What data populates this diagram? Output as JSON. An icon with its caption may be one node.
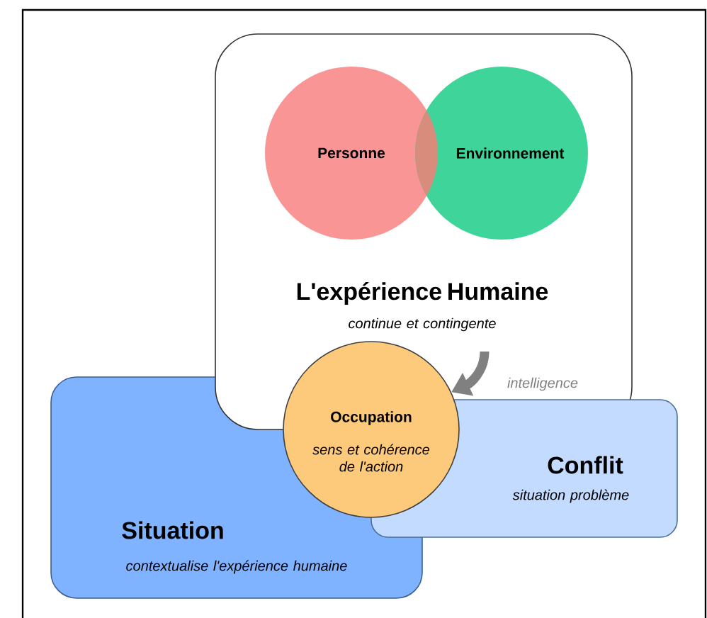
{
  "diagram": {
    "nodes": [
      {
        "text": [
          "L'expérience Humaine",
          "continue et contingente"
        ]
      },
      {
        "text": [
          "Personne"
        ],
        "in": 0
      },
      {
        "text": [
          "Environnement"
        ],
        "in": 0
      },
      {
        "text": [
          "Occupation",
          "sens et cohérence de l'action"
        ]
      },
      {
        "text": [
          "Conflit",
          "situation problème"
        ]
      },
      {
        "text": [
          "Situation",
          "contextualise l'expérience humaine"
        ]
      }
    ],
    "edges": [
      {
        "from": null,
        "to": 3,
        "arrow": "to",
        "label": "intelligence",
        "color": "#808080"
      }
    ]
  }
}
